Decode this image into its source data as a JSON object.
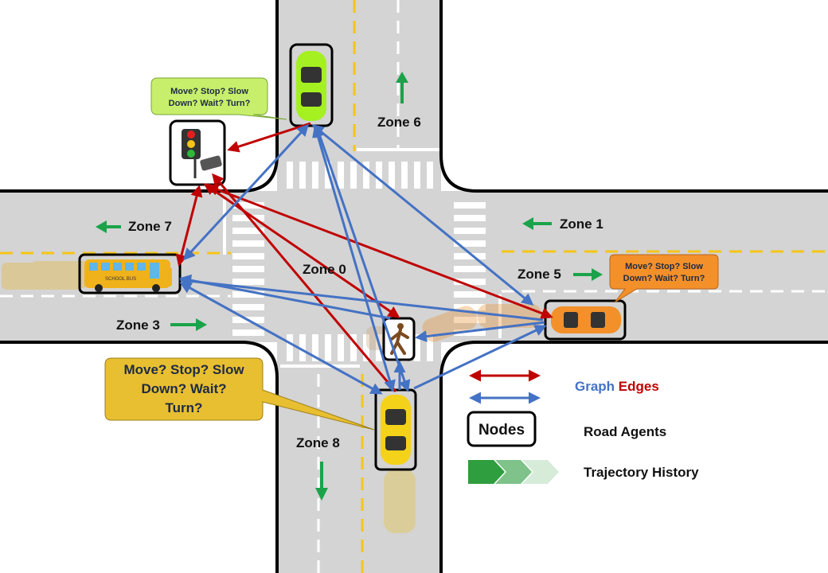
{
  "zones": {
    "z0": "Zone 0",
    "z1": "Zone 1",
    "z3": "Zone 3",
    "z5": "Zone 5",
    "z6": "Zone 6",
    "z7": "Zone 7",
    "z8": "Zone 8"
  },
  "bubbles": {
    "top_line1": "Move? Stop? Slow",
    "top_line2": "Down? Wait? Turn?",
    "right_line1": "Move? Stop? Slow",
    "right_line2": "Down? Wait? Turn?",
    "bottom_line1": "Move? Stop? Slow",
    "bottom_line2": "Down? Wait?",
    "bottom_line3": "Turn?"
  },
  "vehicle_labels": {
    "bus": "SCHOOL BUS"
  },
  "legend": {
    "graph_word": "Graph",
    "edges_word": "Edges",
    "nodes_box": "Nodes",
    "road_agents": "Road Agents",
    "trajectory_history": "Trajectory History"
  },
  "colors": {
    "red_edge": "#c00000",
    "blue_edge": "#4472c4",
    "zone_arrow": "#1aa34a",
    "road": "#d4d4d4",
    "lane_yellow": "#f5c518",
    "bubble_green": "#c8ef6b",
    "bubble_orange": "#f4902a",
    "bubble_gold": "#e8bf31"
  }
}
